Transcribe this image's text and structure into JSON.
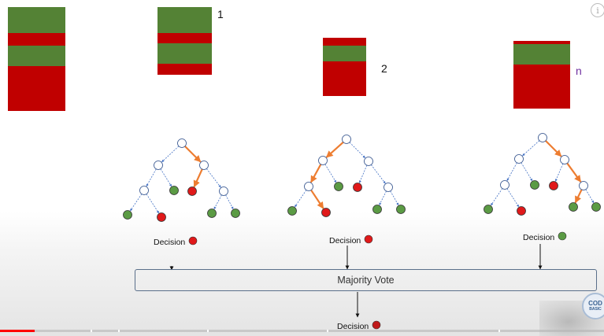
{
  "samples": [
    {
      "label": "",
      "segments": [
        "green",
        "red",
        "green",
        "red"
      ]
    },
    {
      "label": "1",
      "segments": [
        "green",
        "red",
        "green",
        "red"
      ]
    },
    {
      "label": "2",
      "segments": [
        "red",
        "green",
        "red"
      ]
    },
    {
      "label": "n",
      "segments": [
        "red",
        "green",
        "red"
      ]
    }
  ],
  "trees": [
    {
      "decision_label": "Decision",
      "decision_color": "#e0191a"
    },
    {
      "decision_label": "Decision",
      "decision_color": "#e0191a"
    },
    {
      "decision_label": "Decision",
      "decision_color": "#5b9b44"
    }
  ],
  "aggregation": {
    "label": "Majority Vote"
  },
  "final": {
    "decision_label": "Decision",
    "decision_color": "#c0191a"
  },
  "colors": {
    "green_node": "#5b9b44",
    "red_node": "#e0191a",
    "path_edge": "#ed7d31",
    "plain_edge": "#4472c4"
  },
  "player": {
    "progress": 0.057,
    "info_icon": "i",
    "logo_text": [
      "COD",
      "BASIC"
    ]
  }
}
